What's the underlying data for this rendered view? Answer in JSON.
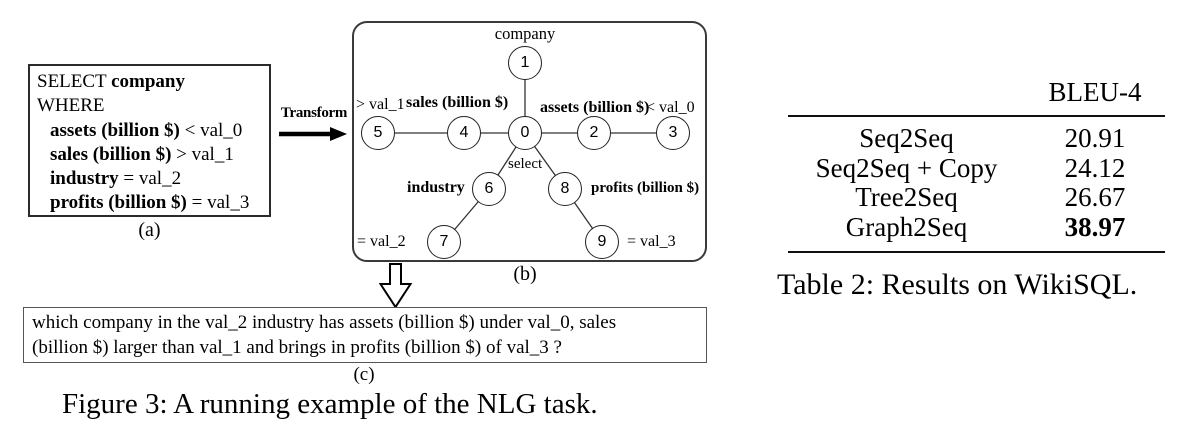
{
  "figure": {
    "caption": "Figure 3: A running example of the NLG task.",
    "panel_a": {
      "label": "(a)",
      "select_keyword": "SELECT",
      "select_field": "company",
      "where_keyword": "WHERE",
      "conditions": [
        {
          "field": "assets (billion $)",
          "op": "<",
          "value": "val_0"
        },
        {
          "field": "sales (billion $)",
          "op": ">",
          "value": "val_1"
        },
        {
          "field": "industry",
          "op": "=",
          "value": "val_2"
        },
        {
          "field": "profits (billion $)",
          "op": "=",
          "value": "val_3"
        }
      ]
    },
    "transform_label": "Transform",
    "panel_b": {
      "label": "(b)",
      "nodes": {
        "n0": "0",
        "n1": "1",
        "n2": "2",
        "n3": "3",
        "n4": "4",
        "n5": "5",
        "n6": "6",
        "n7": "7",
        "n8": "8",
        "n9": "9"
      },
      "edge_labels": {
        "company": "company",
        "gt_val1": "> val_1",
        "sales": "sales (billion $)",
        "assets": "assets (billion $)",
        "lt_val0": "< val_0",
        "select": "select",
        "industry": "industry",
        "profits": "profits (billion $)",
        "eq_val2": "= val_2",
        "eq_val3": "= val_3"
      }
    },
    "panel_c": {
      "label": "(c)",
      "line1": "which company in the val_2 industry has assets (billion $) under val_0, sales",
      "line2": "(billion $) larger than val_1 and brings in profits (billion $) of val_3 ?"
    }
  },
  "table": {
    "header": "BLEU-4",
    "rows": [
      {
        "method": "Seq2Seq",
        "bleu4": "20.91",
        "bold": false
      },
      {
        "method": "Seq2Seq + Copy",
        "bleu4": "24.12",
        "bold": false
      },
      {
        "method": "Tree2Seq",
        "bleu4": "26.67",
        "bold": false
      },
      {
        "method": "Graph2Seq",
        "bleu4": "38.97",
        "bold": true
      }
    ],
    "caption": "Table 2: Results on WikiSQL."
  },
  "colors": {
    "ink": "#000000",
    "edge": "#333333",
    "border": "#2b2b2b"
  }
}
